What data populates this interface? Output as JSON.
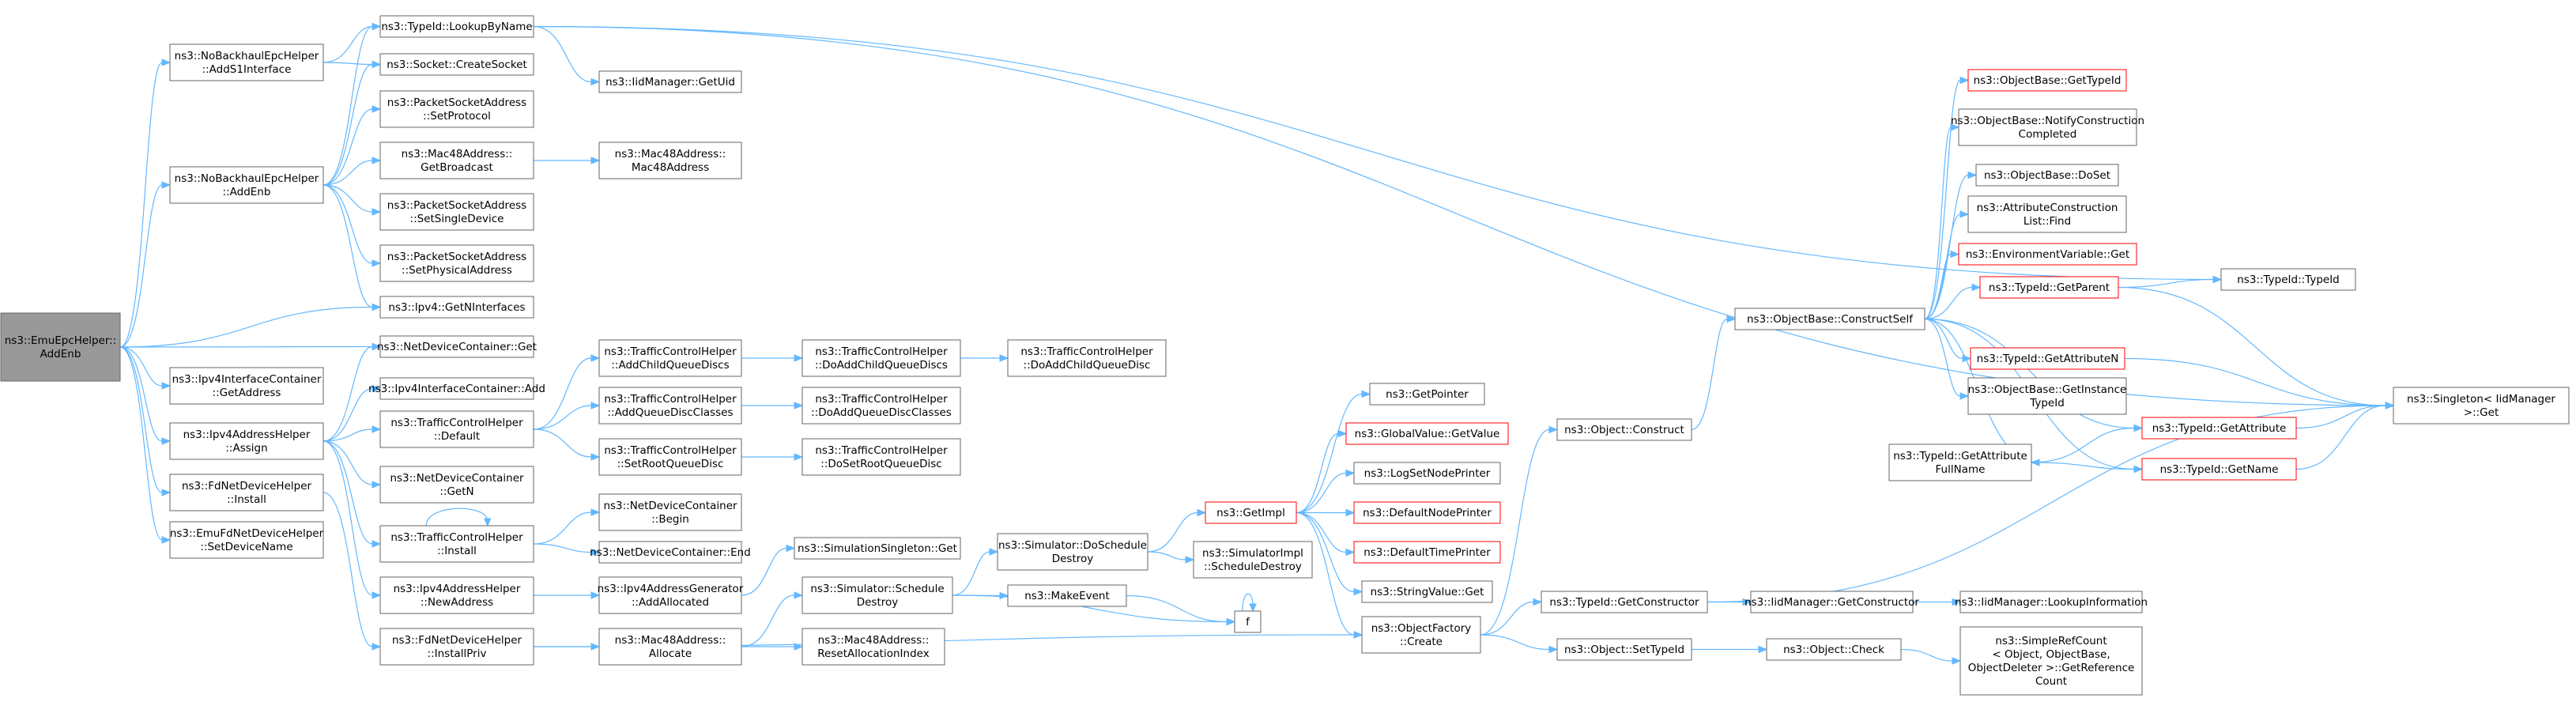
{
  "colors": {
    "edge": "#63b8ff",
    "border": "#666666",
    "root_fill": "#999999",
    "highlight_border": "#ff0000"
  },
  "nodes": {
    "root": [
      "ns3::EmuEpcHelper::",
      "AddEnb"
    ],
    "nbh_adds1": [
      "ns3::NoBackhaulEpcHelper",
      "::AddS1Interface"
    ],
    "nbh_addenb": [
      "ns3::NoBackhaulEpcHelper",
      "::AddEnb"
    ],
    "ipv4ic_getaddr": [
      "ns3::Ipv4InterfaceContainer",
      "::GetAddress"
    ],
    "ipv4ah_assign": [
      "ns3::Ipv4AddressHelper",
      "::Assign"
    ],
    "fdnd_install": [
      "ns3::FdNetDeviceHelper",
      "::Install"
    ],
    "emufdnd_setname": [
      "ns3::EmuFdNetDeviceHelper",
      "::SetDeviceName"
    ],
    "typeid_lookup": [
      "ns3::TypeId::LookupByName"
    ],
    "socket_create": [
      "ns3::Socket::CreateSocket"
    ],
    "psa_setproto": [
      "ns3::PacketSocketAddress",
      "::SetProtocol"
    ],
    "mac48_getbcast": [
      "ns3::Mac48Address::",
      "GetBroadcast"
    ],
    "psa_setsingle": [
      "ns3::PacketSocketAddress",
      "::SetSingleDevice"
    ],
    "psa_setphys": [
      "ns3::PacketSocketAddress",
      "::SetPhysicalAddress"
    ],
    "ipv4_getnif": [
      "ns3::Ipv4::GetNInterfaces"
    ],
    "ndc_get": [
      "ns3::NetDeviceContainer::Get"
    ],
    "ipv4ic_add": [
      "ns3::Ipv4InterfaceContainer::Add"
    ],
    "tch_default": [
      "ns3::TrafficControlHelper",
      "::Default"
    ],
    "ndc_getn": [
      "ns3::NetDeviceContainer",
      "::GetN"
    ],
    "tch_install": [
      "ns3::TrafficControlHelper",
      "::Install"
    ],
    "ipv4ah_newaddr": [
      "ns3::Ipv4AddressHelper",
      "::NewAddress"
    ],
    "fdnd_installpriv": [
      "ns3::FdNetDeviceHelper",
      "::InstallPriv"
    ],
    "iidm_getuid": [
      "ns3::IidManager::GetUid"
    ],
    "mac48_ctor": [
      "ns3::Mac48Address::",
      "Mac48Address"
    ],
    "tch_addchild": [
      "ns3::TrafficControlHelper",
      "::AddChildQueueDiscs"
    ],
    "tch_addqdc": [
      "ns3::TrafficControlHelper",
      "::AddQueueDiscClasses"
    ],
    "tch_setroot": [
      "ns3::TrafficControlHelper",
      "::SetRootQueueDisc"
    ],
    "ndc_begin": [
      "ns3::NetDeviceContainer",
      "::Begin"
    ],
    "ndc_end": [
      "ns3::NetDeviceContainer::End"
    ],
    "ipv4ag_addalloc": [
      "ns3::Ipv4AddressGenerator",
      "::AddAllocated"
    ],
    "mac48_alloc": [
      "ns3::Mac48Address::",
      "Allocate"
    ],
    "tch_doaddchild": [
      "ns3::TrafficControlHelper",
      "::DoAddChildQueueDiscs"
    ],
    "tch_doaddqdc": [
      "ns3::TrafficControlHelper",
      "::DoAddQueueDiscClasses"
    ],
    "tch_dosetroot": [
      "ns3::TrafficControlHelper",
      "::DoSetRootQueueDisc"
    ],
    "tch_dodoaddchild": [
      "ns3::TrafficControlHelper",
      "::DoAddChildQueueDisc"
    ],
    "simsingleton_get": [
      "ns3::SimulationSingleton::Get"
    ],
    "sim_schedule_destroy": [
      "ns3::Simulator::Schedule",
      "Destroy"
    ],
    "mac48_resetalloc": [
      "ns3::Mac48Address::",
      "ResetAllocationIndex"
    ],
    "sim_doschedule_destroy": [
      "ns3::Simulator::DoSchedule",
      "Destroy"
    ],
    "makeevent": [
      "ns3::MakeEvent"
    ],
    "getimpl": [
      "ns3::GetImpl"
    ],
    "simimpl_schedule_destroy": [
      "ns3::SimulatorImpl",
      "::ScheduleDestroy"
    ],
    "f": [
      "f"
    ],
    "getpointer": [
      "ns3::GetPointer"
    ],
    "globalvalue_getvalue": [
      "ns3::GlobalValue::GetValue"
    ],
    "logsetnodeprinter": [
      "ns3::LogSetNodePrinter"
    ],
    "defaultnodeprinter": [
      "ns3::DefaultNodePrinter"
    ],
    "defaulttimeprinter": [
      "ns3::DefaultTimePrinter"
    ],
    "stringvalue_get": [
      "ns3::StringValue::Get"
    ],
    "objectfactory_create": [
      "ns3::ObjectFactory",
      "::Create"
    ],
    "object_construct": [
      "ns3::Object::Construct"
    ],
    "typeid_getconstructor": [
      "ns3::TypeId::GetConstructor"
    ],
    "object_settypeid": [
      "ns3::Object::SetTypeId"
    ],
    "objectbase_constructself": [
      "ns3::ObjectBase::ConstructSelf"
    ],
    "iidm_getconstructor": [
      "ns3::IidManager::GetConstructor"
    ],
    "object_check": [
      "ns3::Object::Check"
    ],
    "objectbase_gettypeid": [
      "ns3::ObjectBase::GetTypeId"
    ],
    "objectbase_notify": [
      "ns3::ObjectBase::NotifyConstruction",
      "Completed"
    ],
    "objectbase_doset": [
      "ns3::ObjectBase::DoSet"
    ],
    "attrconstruction_find": [
      "ns3::AttributeConstruction",
      "List::Find"
    ],
    "envvar_get": [
      "ns3::EnvironmentVariable::Get"
    ],
    "typeid_getparent": [
      "ns3::TypeId::GetParent"
    ],
    "typeid_getattributen": [
      "ns3::TypeId::GetAttributeN"
    ],
    "objectbase_getinstance": [
      "ns3::ObjectBase::GetInstance",
      "TypeId"
    ],
    "typeid_getattribute": [
      "ns3::TypeId::GetAttribute"
    ],
    "typeid_getattrfullname": [
      "ns3::TypeId::GetAttribute",
      "FullName"
    ],
    "typeid_getname": [
      "ns3::TypeId::GetName"
    ],
    "iidm_lookupinfo": [
      "ns3::IidManager::LookupInformation"
    ],
    "simplerefcount_getref": [
      "ns3::SimpleRefCount",
      "< Object, ObjectBase,",
      "ObjectDeleter >::GetReference",
      "Count"
    ],
    "typeid_typeid": [
      "ns3::TypeId::TypeId"
    ],
    "singleton_get": [
      "ns3::Singleton< IidManager",
      ">::Get"
    ]
  }
}
